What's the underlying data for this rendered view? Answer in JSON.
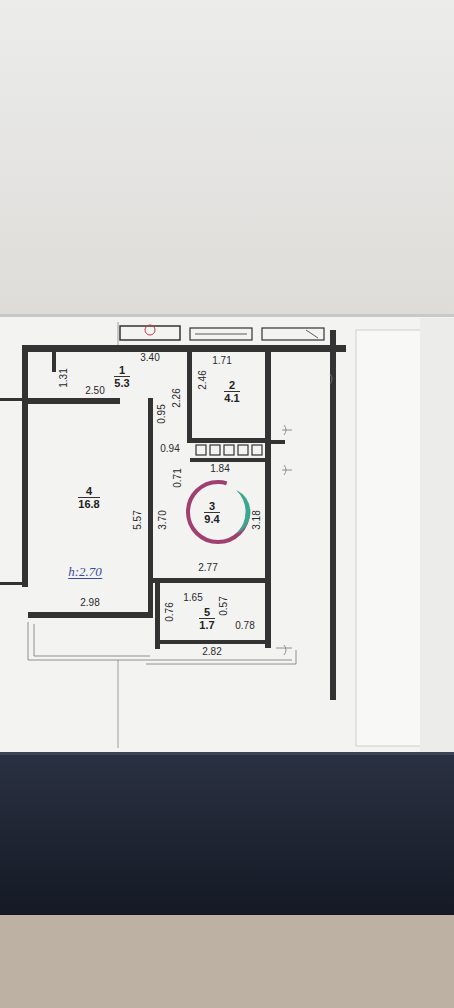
{
  "diagram": {
    "nodes": [
      {
        "text": [
          "1",
          "5.3"
        ]
      },
      {
        "text": [
          "2",
          "4.1"
        ]
      },
      {
        "text": [
          "3",
          "9.4"
        ]
      },
      {
        "text": [
          "4",
          "16.8"
        ]
      },
      {
        "text": [
          "5",
          "1.7"
        ]
      }
    ],
    "labels": [
      "3.40",
      "1.31",
      "2.50",
      "1.71",
      "2.26",
      "2.46",
      "0.95",
      "0.94",
      "0.71",
      "1.84",
      "5.57",
      "3.70",
      "3.18",
      "h:2.70",
      "2.77",
      "2.98",
      "0.76",
      "1.65",
      "0.57",
      "0.78",
      "2.82"
    ]
  }
}
